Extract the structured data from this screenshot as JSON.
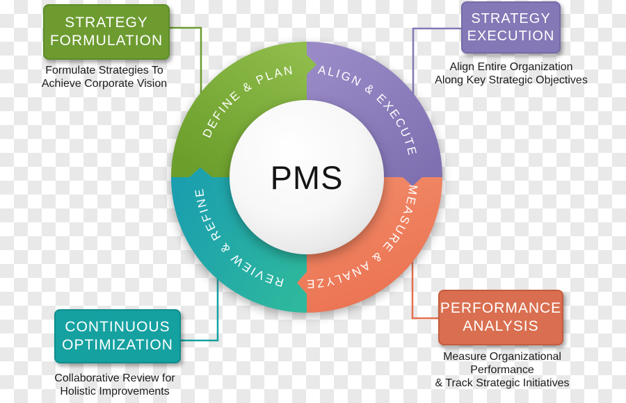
{
  "diagram": {
    "center_label": "PMS",
    "segments": [
      {
        "id": "define-plan",
        "arc_label": "DEFINE & PLAN",
        "box_title": "STRATEGY FORMULATION",
        "caption_line1": "Formulate Strategies To",
        "caption_line2": "Achieve Corporate Vision",
        "color": "#6d9b30"
      },
      {
        "id": "align-execute",
        "arc_label": "ALIGN & EXECUTE",
        "box_title": "STRATEGY EXECUTION",
        "caption_line1": "Align Entire Organization",
        "caption_line2": "Along Key Strategic Objectives",
        "color": "#8478b6"
      },
      {
        "id": "measure-analyze",
        "arc_label": "MEASURE & ANALYZE",
        "box_title": "PERFORMANCE ANALYSIS",
        "caption_line1": "Measure Organizational Performance",
        "caption_line2": "& Track Strategic Initiatives",
        "color": "#d96f50"
      },
      {
        "id": "review-refine",
        "arc_label": "REVIEW & REFINE",
        "box_title": "CONTINUOUS OPTIMIZATION",
        "caption_line1": "Collaborative Review for",
        "caption_line2": "Holistic Improvements",
        "color": "#16a1a1"
      }
    ],
    "colors": {
      "ring_green_light": "#8fbc4b",
      "ring_green_dark": "#6b9e2b",
      "ring_purple_light": "#998ac7",
      "ring_purple_dark": "#7f70b1",
      "ring_teal_left": "#1b9fae",
      "ring_teal_right": "#2eb89d",
      "ring_orange_light": "#f18a68",
      "ring_orange_dark": "#ea7150",
      "caption_text": "#1a1a1a",
      "arc_text": "#ffffff",
      "center_text": "#141414",
      "background_checker": "#e9e9e9"
    }
  }
}
